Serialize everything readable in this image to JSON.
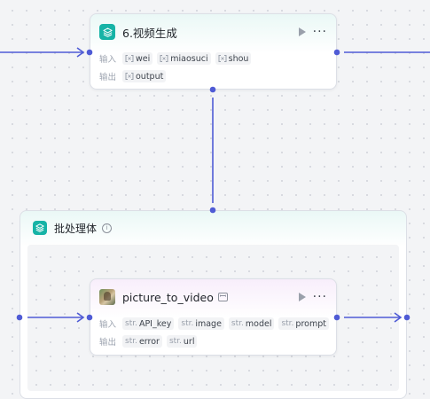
{
  "video_node": {
    "title": "6.视频生成",
    "input_label": "输入",
    "output_label": "输出",
    "inputs": [
      {
        "name": "wei",
        "icon": "variable-icon"
      },
      {
        "name": "miaosuci",
        "icon": "variable-icon"
      },
      {
        "name": "shou",
        "icon": "variable-icon"
      }
    ],
    "outputs": [
      {
        "name": "output",
        "icon": "variable-icon"
      }
    ]
  },
  "batch_container": {
    "title": "批处理体",
    "info_icon": "info-icon"
  },
  "ptv_node": {
    "title": "picture_to_video",
    "input_label": "输入",
    "output_label": "输出",
    "type_prefix": "str.",
    "inputs": [
      {
        "type": "str.",
        "name": "API_key"
      },
      {
        "type": "str.",
        "name": "image"
      },
      {
        "type": "str.",
        "name": "model"
      },
      {
        "type": "str.",
        "name": "prompt"
      }
    ],
    "outputs": [
      {
        "type": "str.",
        "name": "error"
      },
      {
        "type": "str.",
        "name": "url"
      }
    ]
  },
  "colors": {
    "wire": "#4f5bd5",
    "accent_teal": "#16b3a6"
  }
}
